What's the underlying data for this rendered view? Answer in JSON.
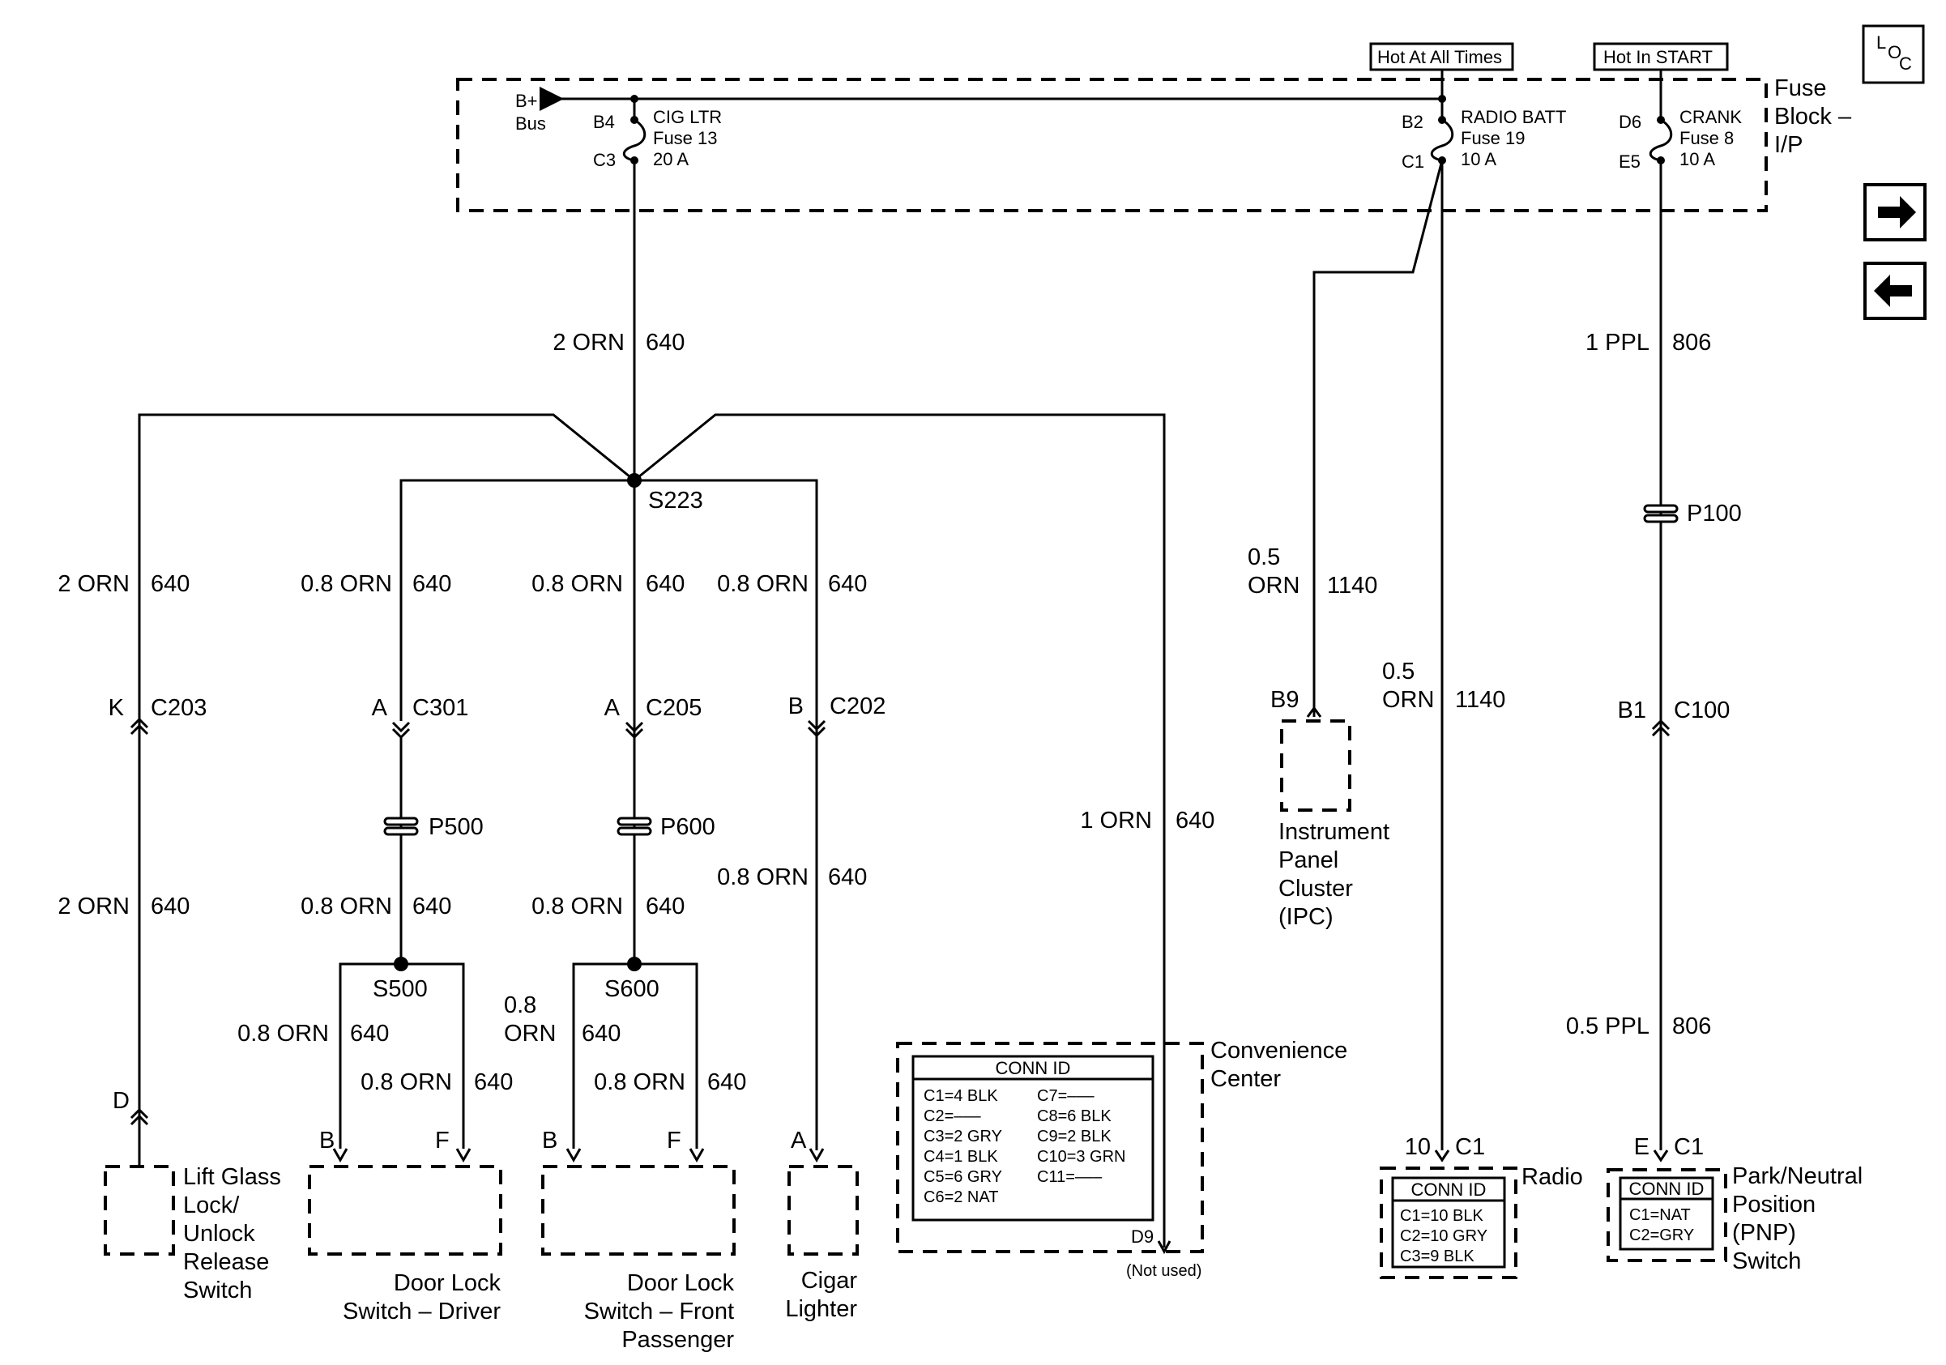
{
  "header": {
    "hot_at_all_times": "Hot At All Times",
    "hot_in_start": "Hot In START",
    "loc": [
      "L",
      "O",
      "C"
    ]
  },
  "fuse_block": {
    "title_1": "Fuse",
    "title_2": "Block –",
    "title_3": "I/P",
    "bplus_1": "B+",
    "bplus_2": "Bus",
    "fuse13": {
      "pin_in": "B4",
      "pin_out": "C3",
      "name": "CIG LTR",
      "fuse": "Fuse 13",
      "amps": "20 A"
    },
    "fuse19": {
      "pin_in": "B2",
      "pin_out": "C1",
      "name": "RADIO BATT",
      "fuse": "Fuse 19",
      "amps": "10 A"
    },
    "fuse8": {
      "pin_in": "D6",
      "pin_out": "E5",
      "name": "CRANK",
      "fuse": "Fuse 8",
      "amps": "10 A"
    }
  },
  "wires": {
    "main_color": "2 ORN",
    "main_circuit": "640",
    "lift_top_color": "2 ORN",
    "lift_top_circuit": "640",
    "lift_bot_color": "2 ORN",
    "lift_bot_circuit": "640",
    "drv_top_color": "0.8 ORN",
    "drv_top_circuit": "640",
    "drv_mid_color": "0.8 ORN",
    "drv_mid_circuit": "640",
    "drv_b_color": "0.8 ORN",
    "drv_b_circuit": "640",
    "drv_f_color": "0.8 ORN",
    "drv_f_circuit": "640",
    "pas_top_color": "0.8 ORN",
    "pas_top_circuit": "640",
    "pas_mid_color": "0.8 ORN",
    "pas_mid_circuit": "640",
    "pas_b_color_1": "0.8",
    "pas_b_color_2": "ORN",
    "pas_b_circuit": "640",
    "pas_f_color": "0.8 ORN",
    "pas_f_circuit": "640",
    "cig_top_color": "0.8 ORN",
    "cig_top_circuit": "640",
    "cig_bot_color": "0.8 ORN",
    "cig_bot_circuit": "640",
    "conv_color": "1 ORN",
    "conv_circuit": "640",
    "ipc_color_1": "0.5",
    "ipc_color_2": "ORN",
    "ipc_circuit": "1140",
    "radio_color_1": "0.5",
    "radio_color_2": "ORN",
    "radio_circuit": "1140",
    "pnp_top_color": "1 PPL",
    "pnp_top_circuit": "806",
    "pnp_bot_color": "0.5 PPL",
    "pnp_bot_circuit": "806"
  },
  "splices": {
    "s223": "S223",
    "s500": "S500",
    "s600": "S600"
  },
  "passthroughs": {
    "p500": "P500",
    "p600": "P600",
    "p100": "P100"
  },
  "connectors": {
    "c203": {
      "pin": "K",
      "id": "C203"
    },
    "c301": {
      "pin": "A",
      "id": "C301"
    },
    "c205": {
      "pin": "A",
      "id": "C205"
    },
    "c202": {
      "pin": "B",
      "id": "C202"
    },
    "c100": {
      "pin": "B1",
      "id": "C100"
    },
    "ipc_pin": "B9",
    "lift_pin": "D",
    "drv_pin_b": "B",
    "drv_pin_f": "F",
    "pas_pin_b": "B",
    "pas_pin_f": "F",
    "cig_pin": "A",
    "conv_pin": "D9",
    "conv_not_used": "(Not used)",
    "radio_pin": "10",
    "radio_conn": "C1",
    "pnp_pin": "E",
    "pnp_conn": "C1"
  },
  "components": {
    "lift_glass": [
      "Lift Glass",
      "Lock/",
      "Unlock",
      "Release",
      "Switch"
    ],
    "door_driver": [
      "Door Lock",
      "Switch – Driver"
    ],
    "door_passenger": [
      "Door Lock",
      "Switch – Front",
      "Passenger"
    ],
    "cigar": [
      "Cigar",
      "Lighter"
    ],
    "convenience": [
      "Convenience",
      "Center"
    ],
    "ipc": [
      "Instrument",
      "Panel",
      "Cluster",
      "(IPC)"
    ],
    "radio": "Radio",
    "pnp": [
      "Park/Neutral",
      "Position",
      "(PNP)",
      "Switch"
    ]
  },
  "conn_tables": {
    "convenience": {
      "title": "CONN ID",
      "left": [
        "C1=4 BLK",
        "C2=–––",
        "C3=2 GRY",
        "C4=1 BLK",
        "C5=6 GRY",
        "C6=2 NAT"
      ],
      "right": [
        "C7=–––",
        "C8=6 BLK",
        "C9=2 BLK",
        "C10=3 GRN",
        "C11=–––"
      ]
    },
    "radio": {
      "title": "CONN ID",
      "rows": [
        "C1=10 BLK",
        "C2=10 GRY",
        "C3=9 BLK"
      ]
    },
    "pnp": {
      "title": "CONN ID",
      "rows": [
        "C1=NAT",
        "C2=GRY"
      ]
    }
  },
  "nav": {
    "next_icon": "arrow-right-icon",
    "prev_icon": "arrow-left-icon"
  }
}
